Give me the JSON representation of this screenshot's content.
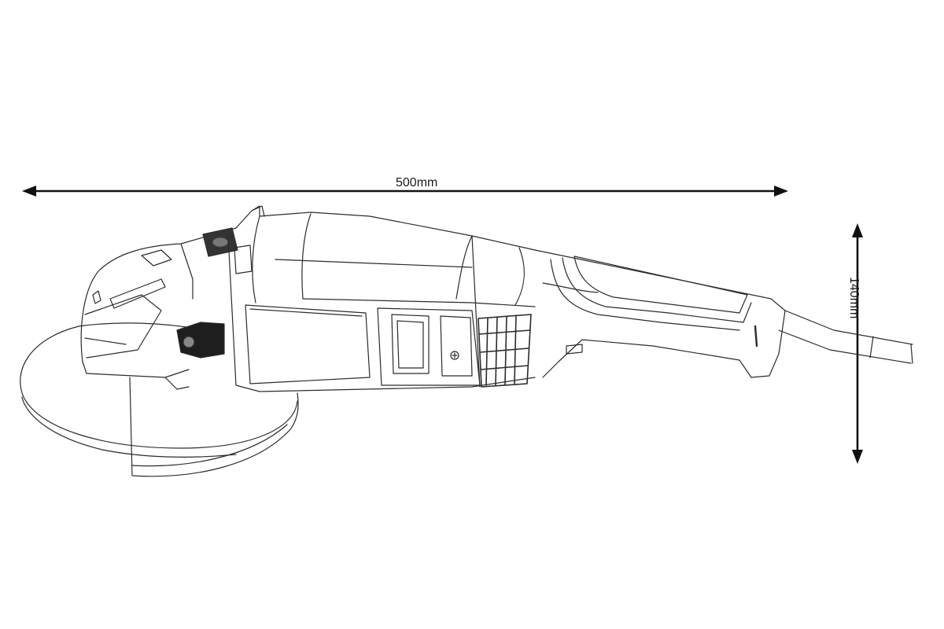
{
  "diagram": {
    "subject": "angle grinder",
    "style": "line drawing",
    "line_color": "#2b2b2b",
    "background": "#ffffff"
  },
  "dimensions": {
    "length": {
      "label": "500mm",
      "orientation": "horizontal"
    },
    "height": {
      "label": "140mm",
      "orientation": "vertical"
    }
  }
}
